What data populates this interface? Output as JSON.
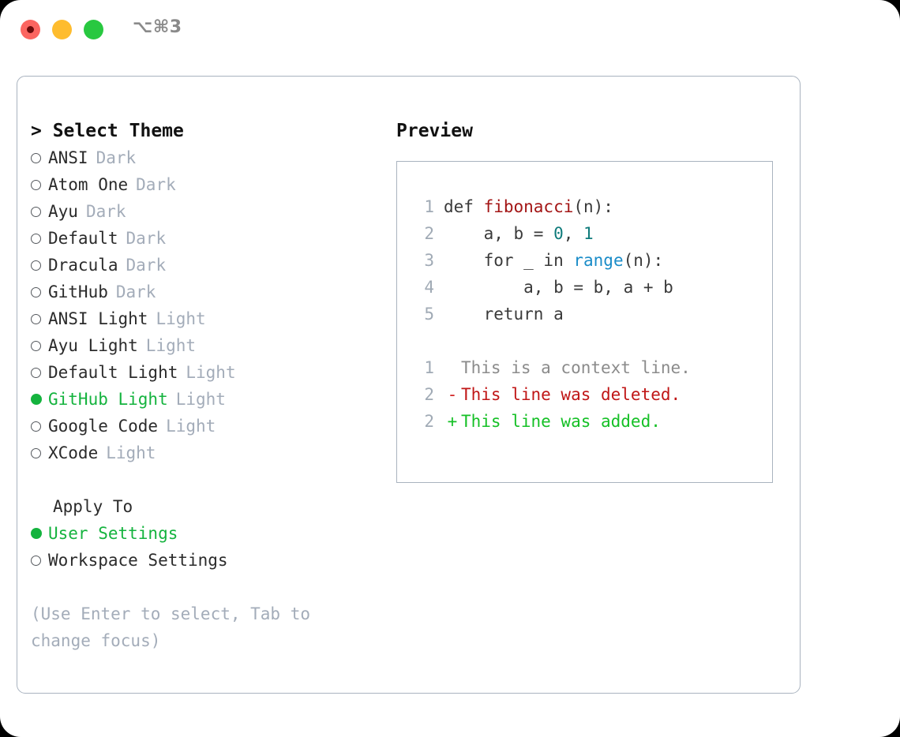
{
  "titlebar": {
    "shortcut": "⌥⌘3",
    "buttons": [
      {
        "name": "close",
        "color": "#fb6560"
      },
      {
        "name": "minimize",
        "color": "#febc2e"
      },
      {
        "name": "maximize",
        "color": "#28c840"
      }
    ]
  },
  "theme_picker": {
    "heading": "> Select Theme",
    "options": [
      {
        "label": "ANSI",
        "badge": "Dark",
        "selected": false
      },
      {
        "label": "Atom One",
        "badge": "Dark",
        "selected": false
      },
      {
        "label": "Ayu",
        "badge": "Dark",
        "selected": false
      },
      {
        "label": "Default",
        "badge": "Dark",
        "selected": false
      },
      {
        "label": "Dracula",
        "badge": "Dark",
        "selected": false
      },
      {
        "label": "GitHub",
        "badge": "Dark",
        "selected": false
      },
      {
        "label": "ANSI Light",
        "badge": "Light",
        "selected": false
      },
      {
        "label": "Ayu Light",
        "badge": "Light",
        "selected": false
      },
      {
        "label": "Default Light",
        "badge": "Light",
        "selected": false
      },
      {
        "label": "GitHub Light",
        "badge": "Light",
        "selected": true
      },
      {
        "label": "Google Code",
        "badge": "Light",
        "selected": false
      },
      {
        "label": "XCode",
        "badge": "Light",
        "selected": false
      }
    ]
  },
  "apply_to": {
    "heading": "Apply To",
    "options": [
      {
        "label": "User Settings",
        "selected": true
      },
      {
        "label": "Workspace Settings",
        "selected": false
      }
    ]
  },
  "hint": "(Use Enter to select, Tab to change focus)",
  "preview": {
    "heading": "Preview",
    "code_lines": [
      {
        "num": "1",
        "tokens": [
          {
            "text": "def ",
            "type": "plain"
          },
          {
            "text": "fibonacci",
            "type": "fn"
          },
          {
            "text": "(n):",
            "type": "plain"
          }
        ]
      },
      {
        "num": "2",
        "tokens": [
          {
            "text": "    a, b = ",
            "type": "plain"
          },
          {
            "text": "0",
            "type": "num"
          },
          {
            "text": ", ",
            "type": "plain"
          },
          {
            "text": "1",
            "type": "num"
          }
        ]
      },
      {
        "num": "3",
        "tokens": [
          {
            "text": "    for _ in ",
            "type": "plain"
          },
          {
            "text": "range",
            "type": "call"
          },
          {
            "text": "(n):",
            "type": "plain"
          }
        ]
      },
      {
        "num": "4",
        "tokens": [
          {
            "text": "        a, b = b, a + b",
            "type": "plain"
          }
        ]
      },
      {
        "num": "5",
        "tokens": [
          {
            "text": "    return a",
            "type": "plain"
          }
        ]
      }
    ],
    "diff_lines": [
      {
        "num": "1",
        "marker": "",
        "kind": "ctx",
        "text": "This is a context line."
      },
      {
        "num": "2",
        "marker": "-",
        "kind": "del",
        "text": "This line was deleted."
      },
      {
        "num": "2",
        "marker": "+",
        "kind": "add",
        "text": "This line was added."
      }
    ]
  },
  "colors": {
    "selected": "#14b33e",
    "badge": "#a3acb9",
    "border": "#a9b3bf",
    "line_number": "#a0aab5",
    "syntax_function": "#a31515",
    "syntax_number": "#0f7b7b",
    "syntax_call": "#1a8cc8",
    "diff_deleted": "#c01616",
    "diff_added": "#15c026",
    "diff_context": "#8b8b8b"
  }
}
